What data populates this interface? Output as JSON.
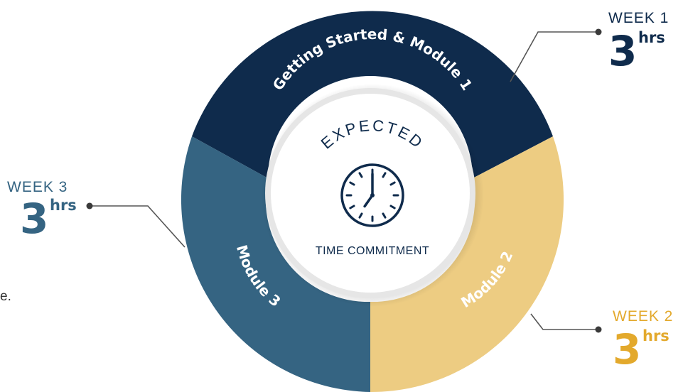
{
  "colors": {
    "navy": "#0f2b4c",
    "slate": "#356482",
    "gold": "#edcc82",
    "gold_text": "#e3a92c",
    "leader": "#555555",
    "center_fill": "#ffffff",
    "center_ring": "#e6e6e6"
  },
  "center": {
    "top_text": "EXPECTED",
    "bottom_text": "TIME COMMITMENT",
    "icon": "clock-icon"
  },
  "segments": [
    {
      "id": "week1",
      "label": "Getting Started & Module 1",
      "color": "navy"
    },
    {
      "id": "week2",
      "label": "Module 2",
      "color": "gold"
    },
    {
      "id": "week3",
      "label": "Module 3",
      "color": "slate"
    }
  ],
  "callouts": {
    "week1": {
      "week": "WEEK 1",
      "value": "3",
      "unit": "hrs",
      "color": "navy"
    },
    "week2": {
      "week": "WEEK 2",
      "value": "3",
      "unit": "hrs",
      "color": "gold_text"
    },
    "week3": {
      "week": "WEEK 3",
      "value": "3",
      "unit": "hrs",
      "color": "slate"
    }
  },
  "stray_text": "e."
}
